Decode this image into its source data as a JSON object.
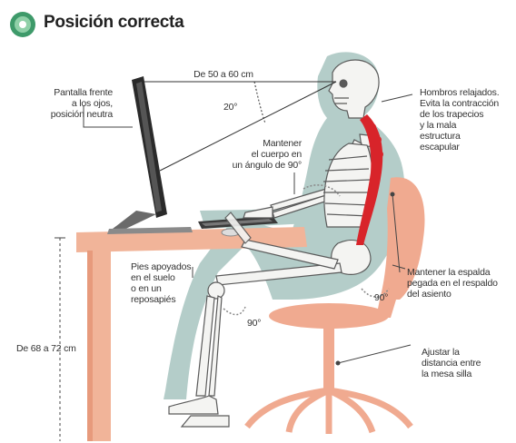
{
  "title": "Posición correcta",
  "labels": {
    "screen": [
      "Pantalla frente",
      "a los ojos,",
      "posición neutra"
    ],
    "distance": "De 50 a 60 cm",
    "angle_view": "20°",
    "shoulders": [
      "Hombros relajados.",
      "Evita la contracción",
      "de los trapecios",
      "y la mala",
      "estructura",
      "escapular"
    ],
    "body_angle": [
      "Mantener",
      "el cuerpo en",
      "un ángulo de 90°"
    ],
    "feet": [
      "Pies apoyados",
      "en el suelo",
      "o en un",
      "reposapiés"
    ],
    "knee_angle": "90°",
    "hip_angle": "90°",
    "back": [
      "Mantener la espalda",
      "pegada en el respaldo",
      "del asiento"
    ],
    "chair_distance": [
      "Ajustar la",
      "distancia entre",
      "la mesa silla"
    ],
    "desk_height": "De 68 a 72 cm"
  },
  "colors": {
    "body_shadow": "#b4cdc9",
    "desk": "#f1b499",
    "desk_dark": "#e79a7c",
    "chair": "#f0aa90",
    "spine": "#d8242a",
    "bone": "#f4f4f2",
    "bone_line": "#5a5a5a",
    "monitor": "#2a2a2a",
    "logo_green": "#3e9a6a"
  }
}
